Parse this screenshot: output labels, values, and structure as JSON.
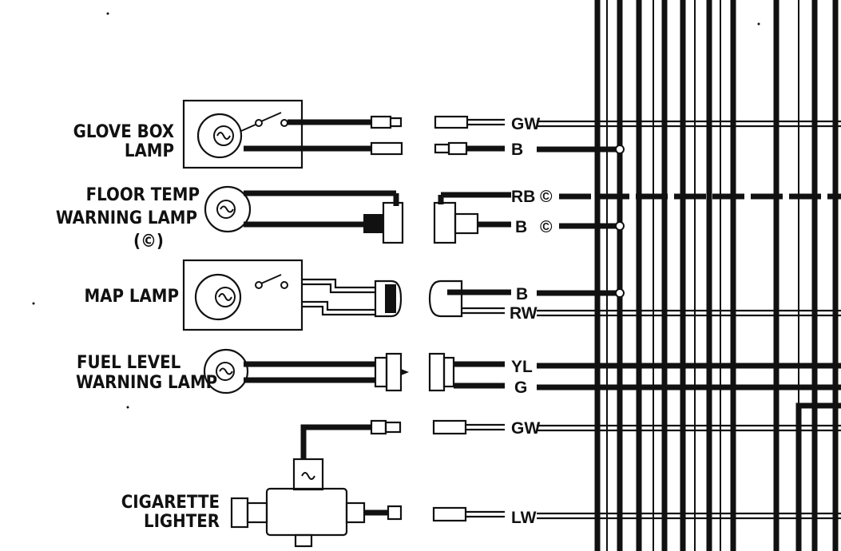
{
  "components": {
    "glove_box_lamp": {
      "line1": "GLOVE BOX",
      "line2": "LAMP"
    },
    "floor_temp_warning_lamp": {
      "line1": "FLOOR TEMP",
      "line2": "WARNING LAMP",
      "line3": "(©)"
    },
    "map_lamp": {
      "line1": "MAP LAMP"
    },
    "fuel_level_warning_lamp": {
      "line1": "FUEL LEVEL",
      "line2": "WARNING LAMP"
    },
    "cigarette_lighter": {
      "line1": "CIGARETTE",
      "line2": "LIGHTER"
    }
  },
  "wire_codes": [
    {
      "code": "GW",
      "mark": ""
    },
    {
      "code": "B",
      "mark": ""
    },
    {
      "code": "RB",
      "mark": "©"
    },
    {
      "code": "B",
      "mark": "©"
    },
    {
      "code": "B",
      "mark": ""
    },
    {
      "code": "RW",
      "mark": ""
    },
    {
      "code": "YL",
      "mark": ""
    },
    {
      "code": "G",
      "mark": ""
    },
    {
      "code": "GW",
      "mark": ""
    },
    {
      "code": "LW",
      "mark": ""
    }
  ]
}
